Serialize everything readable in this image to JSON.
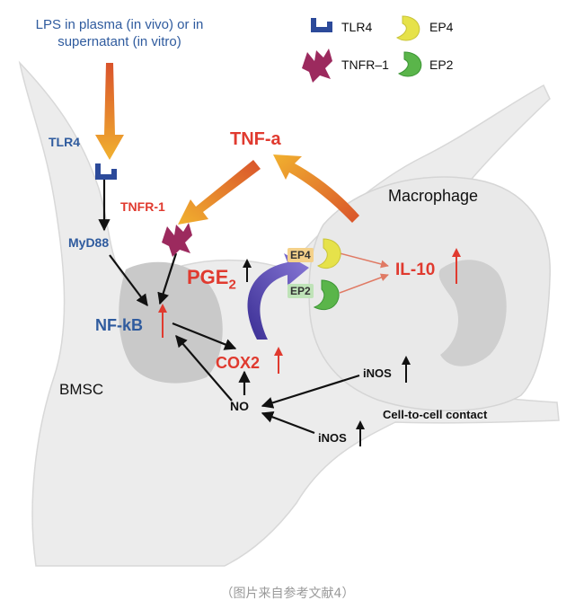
{
  "title": "LPS in plasma (in vivo) or in supernatant (in vitro)",
  "legend": {
    "tlr4": "TLR4",
    "ep4": "EP4",
    "tnfr1": "TNFR–1",
    "ep2": "EP2"
  },
  "nodes": {
    "tlr4": "TLR4",
    "myd88": "MyD88",
    "tnfr1": "TNFR-1",
    "nfkb": "NF-kB",
    "tnfa": "TNF-a",
    "pge2": "PGE",
    "pge2_sub": "2",
    "cox2": "COX2",
    "ep4": "EP4",
    "ep2": "EP2",
    "il10": "IL-10",
    "inos_upper": "iNOS",
    "inos_lower": "iNOS",
    "no": "NO"
  },
  "cells": {
    "bmsc": "BMSC",
    "macrophage": "Macrophage",
    "contact": "Cell-to-cell contact"
  },
  "caption": "（图片来自参考文献4）",
  "colors": {
    "blue_label": "#2f5b9e",
    "red_label": "#e03a2f",
    "cell_fill": "#ececec",
    "tlr4_icon": "#2c4a9a",
    "tnfr_icon": "#9c2a5e",
    "ep4_icon": "#e6e24a",
    "ep2_icon": "#5ab54a"
  }
}
